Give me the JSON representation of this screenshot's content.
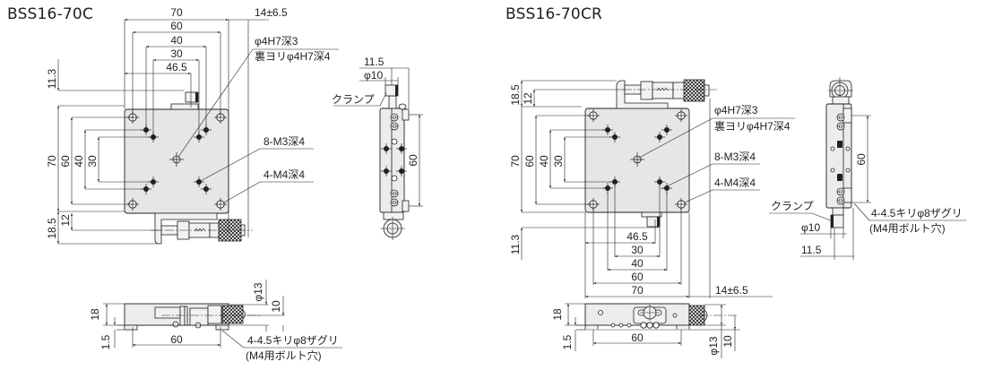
{
  "models": {
    "left": {
      "title": "BSS16-70C"
    },
    "right": {
      "title": "BSS16-70CR"
    }
  },
  "left_top_view": {
    "dims_horizontal": [
      "70",
      "60",
      "40",
      "30",
      "46.5"
    ],
    "dim_micrometer": "14±6.5",
    "dims_vertical": [
      "11.3",
      "70",
      "60",
      "40",
      "30",
      "18.5",
      "12"
    ],
    "callouts": {
      "center_hole_line1": "φ4H7深3",
      "center_hole_line2": "裏ヨリφ4H7深4",
      "m3_holes": "8-M3深4",
      "m4_holes": "4-M4深4"
    }
  },
  "left_side_view": {
    "dim_offset": "11.5",
    "dim_diameter": "φ10",
    "clamp_label": "クランプ",
    "dim_vertical": "60"
  },
  "left_front_view": {
    "dim_height": "18",
    "dim_base": "1.5",
    "dim_width": "60",
    "dim_knob_dia": "φ13",
    "dim_knob_center": "10",
    "mount_hole_line1": "4-4.5キリφ8ザグリ",
    "mount_hole_line2": "(M4用ボルト穴)"
  },
  "right_top_view": {
    "dims_vertical": [
      "18.5",
      "12",
      "70",
      "60",
      "40",
      "30",
      "11.3"
    ],
    "dims_horizontal": [
      "46.5",
      "30",
      "40",
      "60",
      "70"
    ],
    "dim_micrometer": "14±6.5",
    "callouts": {
      "center_hole_line1": "φ4H7深3",
      "center_hole_line2": "裏ヨリφ4H7深4",
      "m3_holes": "8-M3深4",
      "m4_holes": "4-M4深4"
    }
  },
  "right_side_view": {
    "dim_vertical": "60",
    "clamp_label": "クランプ",
    "dim_diameter": "φ10",
    "dim_offset": "11.5",
    "mount_hole_line1": "4-4.5キリφ8ザグリ",
    "mount_hole_line2": "(M4用ボルト穴)"
  },
  "right_front_view": {
    "dim_height": "18",
    "dim_base": "1.5",
    "dim_width": "60",
    "dim_knob_dia": "φ13",
    "dim_knob_center": "10"
  }
}
